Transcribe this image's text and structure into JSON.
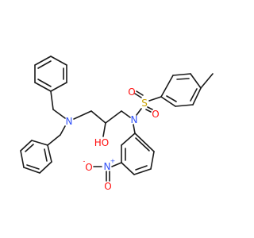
{
  "molecule": {
    "atom_labels": {
      "amine_n": "N",
      "sulfonamide_n": "N",
      "sulfur": "S",
      "sulfonyl_o_top": "O",
      "sulfonyl_o_bottom": "O",
      "hydroxyl": "HO",
      "nitro_n": "N",
      "nitro_plus": "+",
      "nitro_o_left": "O",
      "nitro_o_minus": "-",
      "nitro_o_bottom": "O"
    },
    "colors": {
      "bond": "#1a1a1a",
      "nitrogen": "#3050f8",
      "oxygen": "#ff0d0d",
      "sulfur": "#c8a000",
      "carbon_label": "#1a1a1a"
    }
  }
}
